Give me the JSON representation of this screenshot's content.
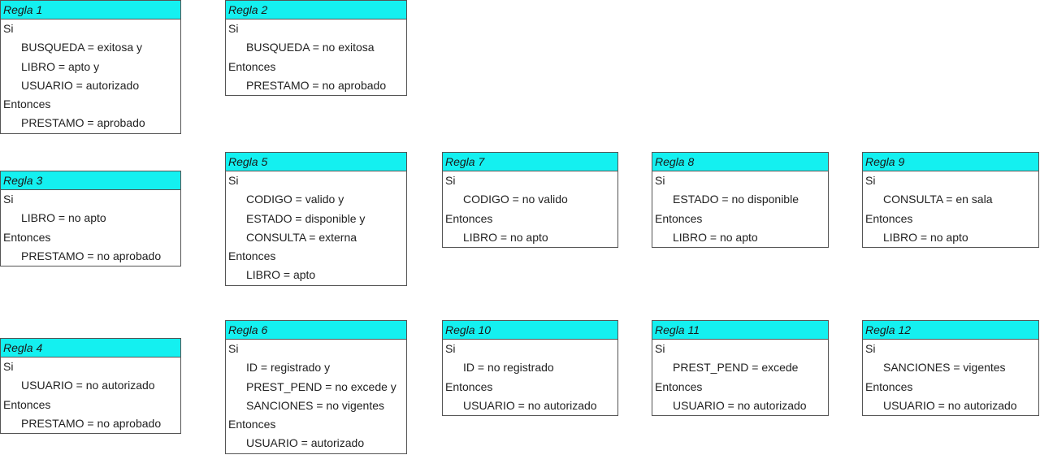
{
  "rules": [
    {
      "title": "Regla 1",
      "if_label": "Si",
      "conditions": [
        "BUSQUEDA = exitosa y",
        "LIBRO = apto y",
        "USUARIO = autorizado"
      ],
      "then_label": "Entonces",
      "results": [
        "PRESTAMO = aprobado"
      ]
    },
    {
      "title": "Regla 2",
      "if_label": "Si",
      "conditions": [
        "BUSQUEDA = no exitosa"
      ],
      "then_label": "Entonces",
      "results": [
        "PRESTAMO = no aprobado"
      ]
    },
    {
      "title": "Regla 3",
      "if_label": "Si",
      "conditions": [
        "LIBRO =  no apto"
      ],
      "then_label": "Entonces",
      "results": [
        "PRESTAMO = no aprobado"
      ]
    },
    {
      "title": "Regla 4",
      "if_label": "Si",
      "conditions": [
        "USUARIO = no autorizado"
      ],
      "then_label": "Entonces",
      "results": [
        "PRESTAMO = no aprobado"
      ]
    },
    {
      "title": "Regla 5",
      "if_label": "Si",
      "conditions": [
        "CODIGO = valido y",
        "ESTADO = disponible y",
        "CONSULTA = externa"
      ],
      "then_label": "Entonces",
      "results": [
        "LIBRO = apto"
      ]
    },
    {
      "title": "Regla 6",
      "if_label": "Si",
      "conditions": [
        "ID = registrado y",
        "PREST_PEND = no excede y",
        "SANCIONES = no vigentes"
      ],
      "then_label": "Entonces",
      "results": [
        "USUARIO = autorizado"
      ]
    },
    {
      "title": "Regla 7",
      "if_label": "Si",
      "conditions": [
        "CODIGO = no valido"
      ],
      "then_label": "Entonces",
      "results": [
        "LIBRO = no apto"
      ]
    },
    {
      "title": "Regla 8",
      "if_label": "Si",
      "conditions": [
        "ESTADO = no disponible"
      ],
      "then_label": "Entonces",
      "results": [
        "LIBRO = no apto"
      ]
    },
    {
      "title": "Regla 9",
      "if_label": "Si",
      "conditions": [
        "CONSULTA = en sala"
      ],
      "then_label": "Entonces",
      "results": [
        "LIBRO = no apto"
      ]
    },
    {
      "title": "Regla 10",
      "if_label": "Si",
      "conditions": [
        "ID = no registrado"
      ],
      "then_label": "Entonces",
      "results": [
        "USUARIO = no autorizado"
      ]
    },
    {
      "title": "Regla 11",
      "if_label": "Si",
      "conditions": [
        "PREST_PEND = excede"
      ],
      "then_label": "Entonces",
      "results": [
        "USUARIO = no autorizado"
      ]
    },
    {
      "title": "Regla 12",
      "if_label": "Si",
      "conditions": [
        "SANCIONES = vigentes"
      ],
      "then_label": "Entonces",
      "results": [
        "USUARIO = no autorizado"
      ]
    }
  ]
}
